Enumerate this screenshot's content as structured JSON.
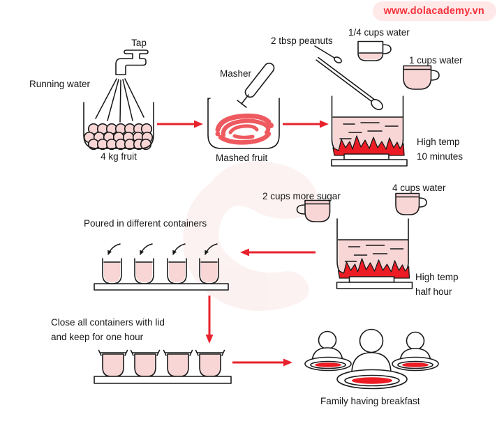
{
  "badge": {
    "url_text": "www.dolacademy.vn"
  },
  "colors": {
    "accent_red": "#e8222d",
    "flame_red": "#ed1c24",
    "pink_fill": "#f8d6d6",
    "coral": "#ee5a5f",
    "badge_bg": "#ffe8e8",
    "badge_text": "#f5313c",
    "outline": "#1b1b1b",
    "ink": "#161616",
    "watermark": "#fbe7e7"
  },
  "labels": {
    "tap": "Tap",
    "running_water": "Running water",
    "fruit": "4 kg fruit",
    "masher": "Masher",
    "mashed_fruit": "Mashed fruit",
    "peanuts": "2 tbsp peanuts",
    "quarter_cup": "1/4 cups water",
    "one_cup": "1 cups water",
    "high_temp_1_line1": "High temp",
    "high_temp_1_line2": "10 minutes",
    "sugar": "2 cups more sugar",
    "four_cups": "4 cups water",
    "high_temp_2_line1": "High temp",
    "high_temp_2_line2": "half hour",
    "poured": "Poured in different containers",
    "close_line1": "Close all containers with lid",
    "close_line2": "and keep for one hour",
    "family": "Family having breakfast"
  }
}
